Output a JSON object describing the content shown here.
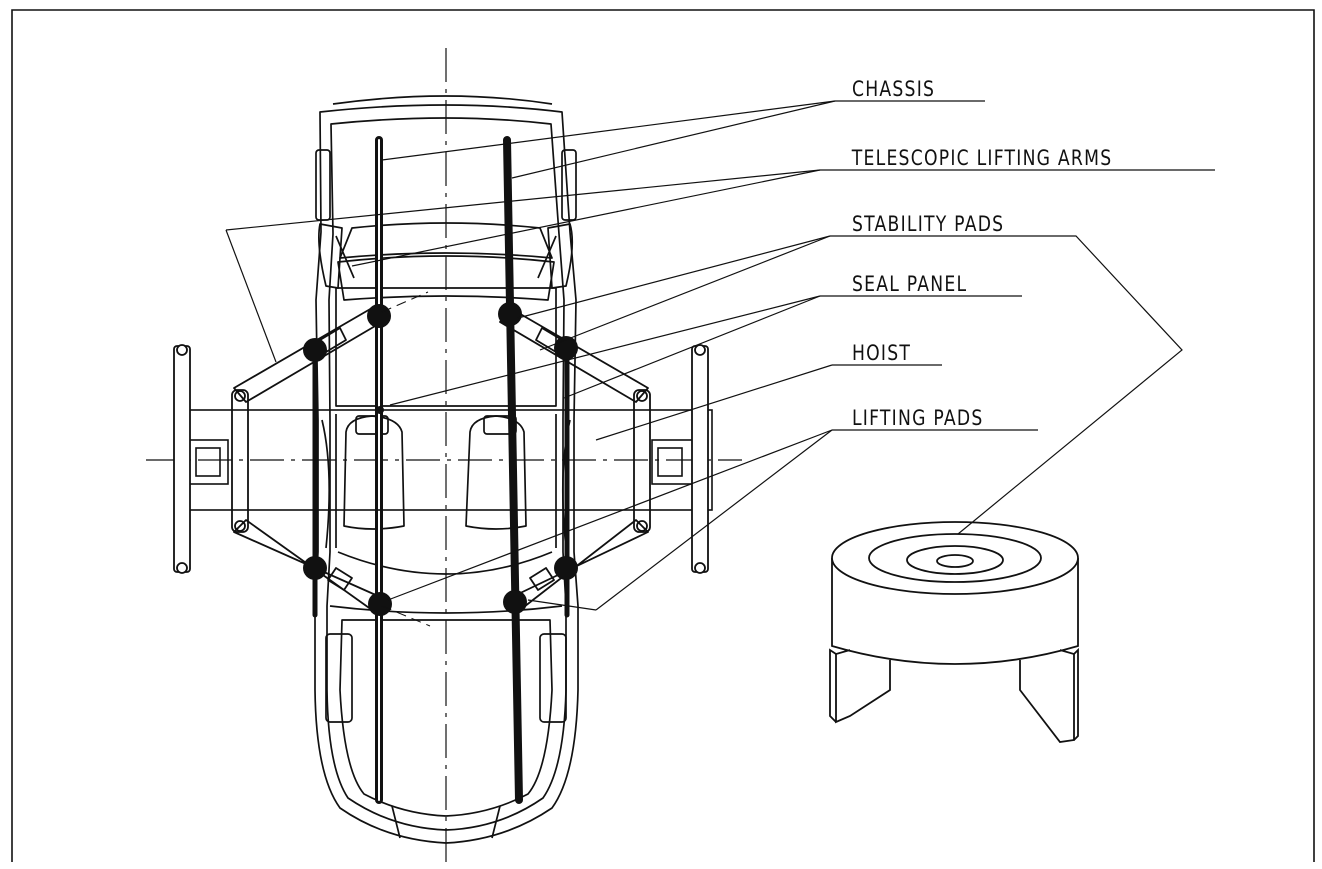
{
  "labels": {
    "chassis": "CHASSIS",
    "telescopic_lifting_arms": "TELESCOPIC LIFTING ARMS",
    "stability_pads": "STABILITY PADS",
    "seal_panel": "SEAL PANEL",
    "hoist": "HOIST",
    "lifting_pads": "LIFTING PADS"
  },
  "colors": {
    "ink": "#111111",
    "paper": "#ffffff"
  }
}
